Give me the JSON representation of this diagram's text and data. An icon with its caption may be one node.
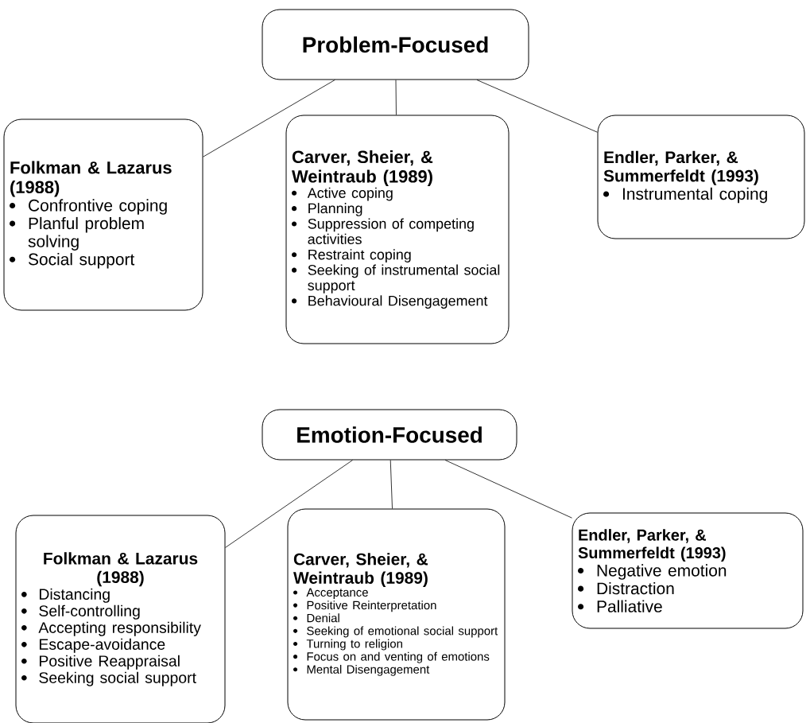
{
  "diagram": {
    "nodes": [
      {
        "text": [
          "Problem-Focused"
        ]
      },
      {
        "text": [
          "Folkman & Lazarus (1988)",
          "Confrontive coping",
          "Planful problem solving",
          "Social support"
        ]
      },
      {
        "text": [
          "Carver, Sheier, & Weintraub (1989)",
          "Active coping",
          "Planning",
          "Suppression of competing activities",
          "Restraint coping",
          "Seeking of instrumental social support",
          "Behavioural Disengagement"
        ]
      },
      {
        "text": [
          "Endler, Parker, & Summerfeldt (1993)",
          "Instrumental coping"
        ]
      },
      {
        "text": [
          "Emotion-Focused"
        ]
      },
      {
        "text": [
          "Folkman & Lazarus (1988)",
          "Distancing",
          "Self-controlling",
          "Accepting responsibility",
          "Escape-avoidance",
          "Positive Reappraisal",
          "Seeking social support"
        ]
      },
      {
        "text": [
          "Carver, Sheier, & Weintraub (1989)",
          "Acceptance",
          "Positive Reinterpretation",
          "Denial",
          "Seeking of emotional social support",
          "Turning to religion",
          "Focus on and venting of emotions",
          "Mental Disengagement"
        ]
      },
      {
        "text": [
          "Endler, Parker, & Summerfeldt (1993)",
          "Negative emotion",
          "Distraction",
          "Palliative"
        ]
      }
    ],
    "edges": [
      {
        "from": 0,
        "to": 1,
        "arrow": "none"
      },
      {
        "from": 0,
        "to": 2,
        "arrow": "none"
      },
      {
        "from": 0,
        "to": 3,
        "arrow": "none"
      },
      {
        "from": 4,
        "to": 5,
        "arrow": "none"
      },
      {
        "from": 4,
        "to": 6,
        "arrow": "none"
      },
      {
        "from": 4,
        "to": 7,
        "arrow": "none"
      }
    ]
  }
}
